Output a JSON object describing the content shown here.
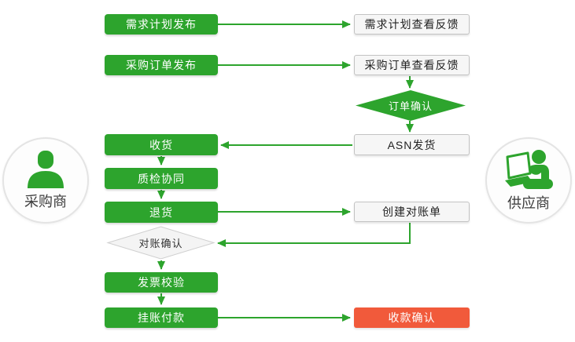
{
  "diagram": {
    "type": "flowchart",
    "colors": {
      "process_green": "#2da42d",
      "highlight_red": "#f15a3b",
      "neutral_fill": "#f6f6f6",
      "neutral_border": "#c3c3c3",
      "arrow": "#2da42d"
    },
    "actors": {
      "buyer": {
        "label": "采购商",
        "icon": "person-icon"
      },
      "supplier": {
        "label": "供应商",
        "icon": "person-laptop-icon"
      }
    },
    "nodes": {
      "demand_plan_publish": {
        "label": "需求计划发布",
        "style": "green"
      },
      "demand_plan_feedback": {
        "label": "需求计划查看反馈",
        "style": "gray"
      },
      "po_publish": {
        "label": "采购订单发布",
        "style": "green"
      },
      "po_feedback": {
        "label": "采购订单查看反馈",
        "style": "gray"
      },
      "order_confirm": {
        "label": "订单确认",
        "style": "green-diamond"
      },
      "asn_ship": {
        "label": "ASN发货",
        "style": "gray"
      },
      "receive_goods": {
        "label": "收货",
        "style": "green"
      },
      "quality_collab": {
        "label": "质检协同",
        "style": "green"
      },
      "return_goods": {
        "label": "退货",
        "style": "green"
      },
      "create_statement": {
        "label": "创建对账单",
        "style": "gray"
      },
      "statement_confirm": {
        "label": "对账确认",
        "style": "gray-diamond"
      },
      "invoice_check": {
        "label": "发票校验",
        "style": "green"
      },
      "pay_on_account": {
        "label": "挂账付款",
        "style": "green"
      },
      "receipt_confirm": {
        "label": "收款确认",
        "style": "red"
      }
    },
    "edges": [
      {
        "from": "demand_plan_publish",
        "to": "demand_plan_feedback"
      },
      {
        "from": "po_publish",
        "to": "po_feedback"
      },
      {
        "from": "po_feedback",
        "to": "order_confirm"
      },
      {
        "from": "order_confirm",
        "to": "asn_ship"
      },
      {
        "from": "asn_ship",
        "to": "receive_goods"
      },
      {
        "from": "receive_goods",
        "to": "quality_collab"
      },
      {
        "from": "quality_collab",
        "to": "return_goods"
      },
      {
        "from": "return_goods",
        "to": "create_statement"
      },
      {
        "from": "create_statement",
        "to": "statement_confirm"
      },
      {
        "from": "statement_confirm",
        "to": "invoice_check"
      },
      {
        "from": "invoice_check",
        "to": "pay_on_account"
      },
      {
        "from": "pay_on_account",
        "to": "receipt_confirm"
      }
    ]
  }
}
